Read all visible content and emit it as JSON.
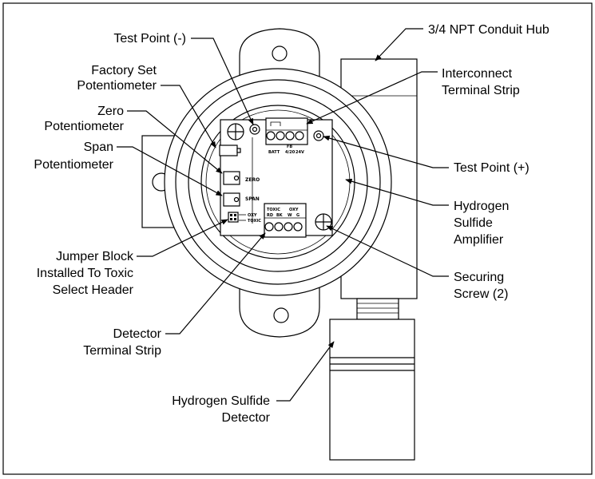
{
  "callouts": {
    "test_point_minus": "Test Point (-)",
    "factory_set_1": "Factory Set",
    "factory_set_2": "Potentiometer",
    "zero_1": "Zero",
    "zero_2": "Potentiometer",
    "span_1": "Span",
    "span_2": "Potentiometer",
    "jumper_1": "Jumper Block",
    "jumper_2": "Installed To Toxic",
    "jumper_3": "Select Header",
    "detector_strip_1": "Detector",
    "detector_strip_2": "Terminal Strip",
    "detector_1": "Hydrogen Sulfide",
    "detector_2": "Detector",
    "conduit_hub": "3/4 NPT Conduit Hub",
    "interconnect_1": "Interconnect",
    "interconnect_2": "Terminal Strip",
    "test_point_plus": "Test Point (+)",
    "amplifier_1": "Hydrogen",
    "amplifier_2": "Sulfide",
    "amplifier_3": "Amplifier",
    "securing_1": "Securing",
    "securing_2": "Screw (2)"
  },
  "board": {
    "zero": "ZERO",
    "span": "SPAN",
    "batt": "BATT",
    "fb": "FB",
    "ma": "4/20",
    "v24": "24V",
    "toxic": "TOXIC",
    "oxy": "OXY",
    "rd": "RD",
    "bk": "BK",
    "w": "W",
    "g": "G",
    "jumper_oxy": "OXY",
    "jumper_toxic": "TOXIC"
  }
}
